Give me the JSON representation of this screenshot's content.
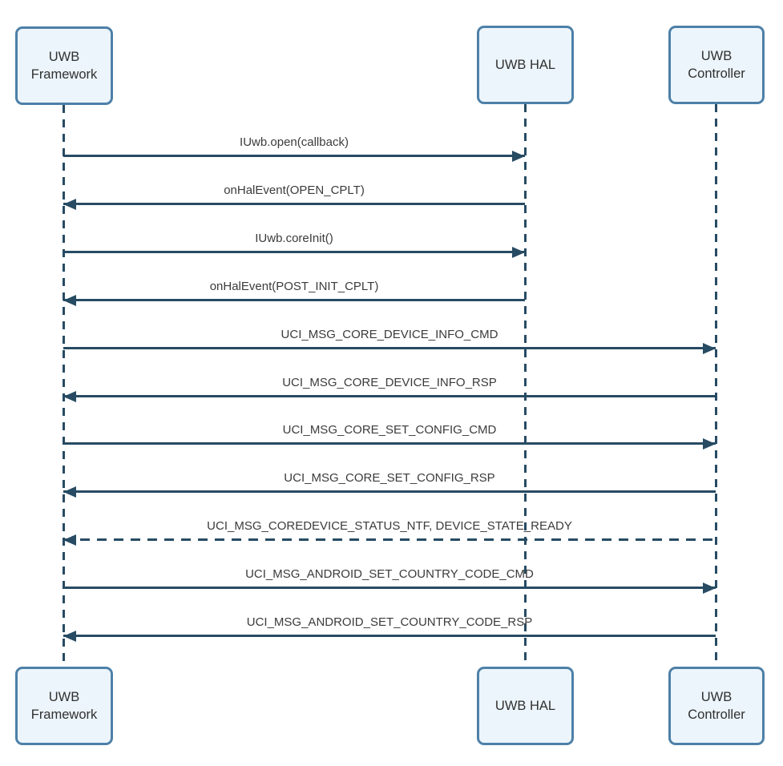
{
  "diagram_type": "sequence-diagram",
  "colors": {
    "line": "#274b63",
    "box_border": "#4d80a8",
    "box_fill": "#ecf5fb",
    "box_text": "#303030",
    "label_text": "#3b3b3b",
    "background": "#ffffff"
  },
  "actors": [
    {
      "id": "framework",
      "label": "UWB\nFramework"
    },
    {
      "id": "hal",
      "label": "UWB HAL"
    },
    {
      "id": "controller",
      "label": "UWB\nController"
    }
  ],
  "messages": [
    {
      "label": "IUwb.open(callback)",
      "from": "framework",
      "to": "hal",
      "style": "solid"
    },
    {
      "label": "onHalEvent(OPEN_CPLT)",
      "from": "hal",
      "to": "framework",
      "style": "solid"
    },
    {
      "label": "IUwb.coreInit()",
      "from": "framework",
      "to": "hal",
      "style": "solid"
    },
    {
      "label": "onHalEvent(POST_INIT_CPLT)",
      "from": "hal",
      "to": "framework",
      "style": "solid"
    },
    {
      "label": "UCI_MSG_CORE_DEVICE_INFO_CMD",
      "from": "framework",
      "to": "controller",
      "style": "solid"
    },
    {
      "label": "UCI_MSG_CORE_DEVICE_INFO_RSP",
      "from": "controller",
      "to": "framework",
      "style": "solid"
    },
    {
      "label": "UCI_MSG_CORE_SET_CONFIG_CMD",
      "from": "framework",
      "to": "controller",
      "style": "solid"
    },
    {
      "label": "UCI_MSG_CORE_SET_CONFIG_RSP",
      "from": "controller",
      "to": "framework",
      "style": "solid"
    },
    {
      "label": "UCI_MSG_COREDEVICE_STATUS_NTF, DEVICE_STATE_READY",
      "from": "controller",
      "to": "framework",
      "style": "dashed"
    },
    {
      "label": "UCI_MSG_ANDROID_SET_COUNTRY_CODE_CMD",
      "from": "framework",
      "to": "controller",
      "style": "solid"
    },
    {
      "label": "UCI_MSG_ANDROID_SET_COUNTRY_CODE_RSP",
      "from": "controller",
      "to": "framework",
      "style": "solid"
    }
  ]
}
